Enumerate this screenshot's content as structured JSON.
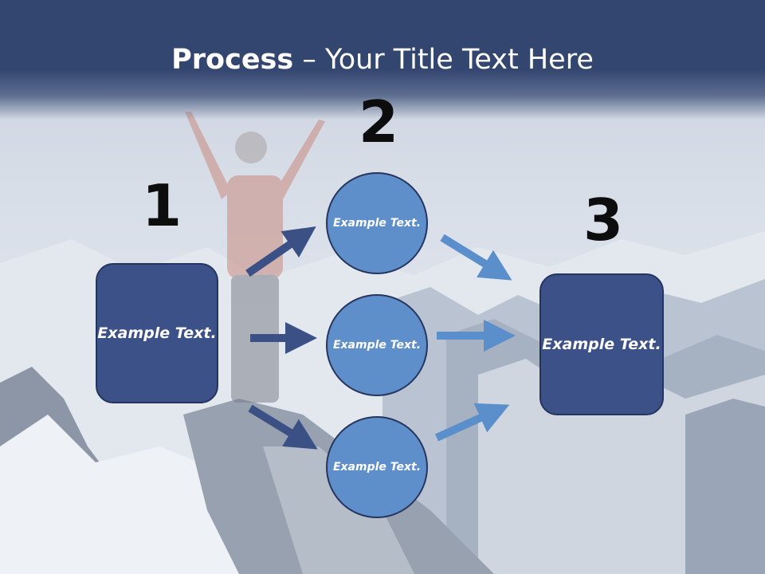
{
  "title": {
    "bold": "Process",
    "rest": " – Your Title Text Here"
  },
  "steps": [
    {
      "number": "1",
      "label": "Example Text."
    },
    {
      "number": "2",
      "items": [
        "Example Text.",
        "Example Text.",
        "Example Text."
      ]
    },
    {
      "number": "3",
      "label": "Example Text."
    }
  ],
  "colors": {
    "header": "#33466f",
    "box_fill": "#3d5189",
    "circle_fill": "#5e8fca",
    "arrow_dark": "#3b5186",
    "arrow_light": "#5b8fcb"
  }
}
